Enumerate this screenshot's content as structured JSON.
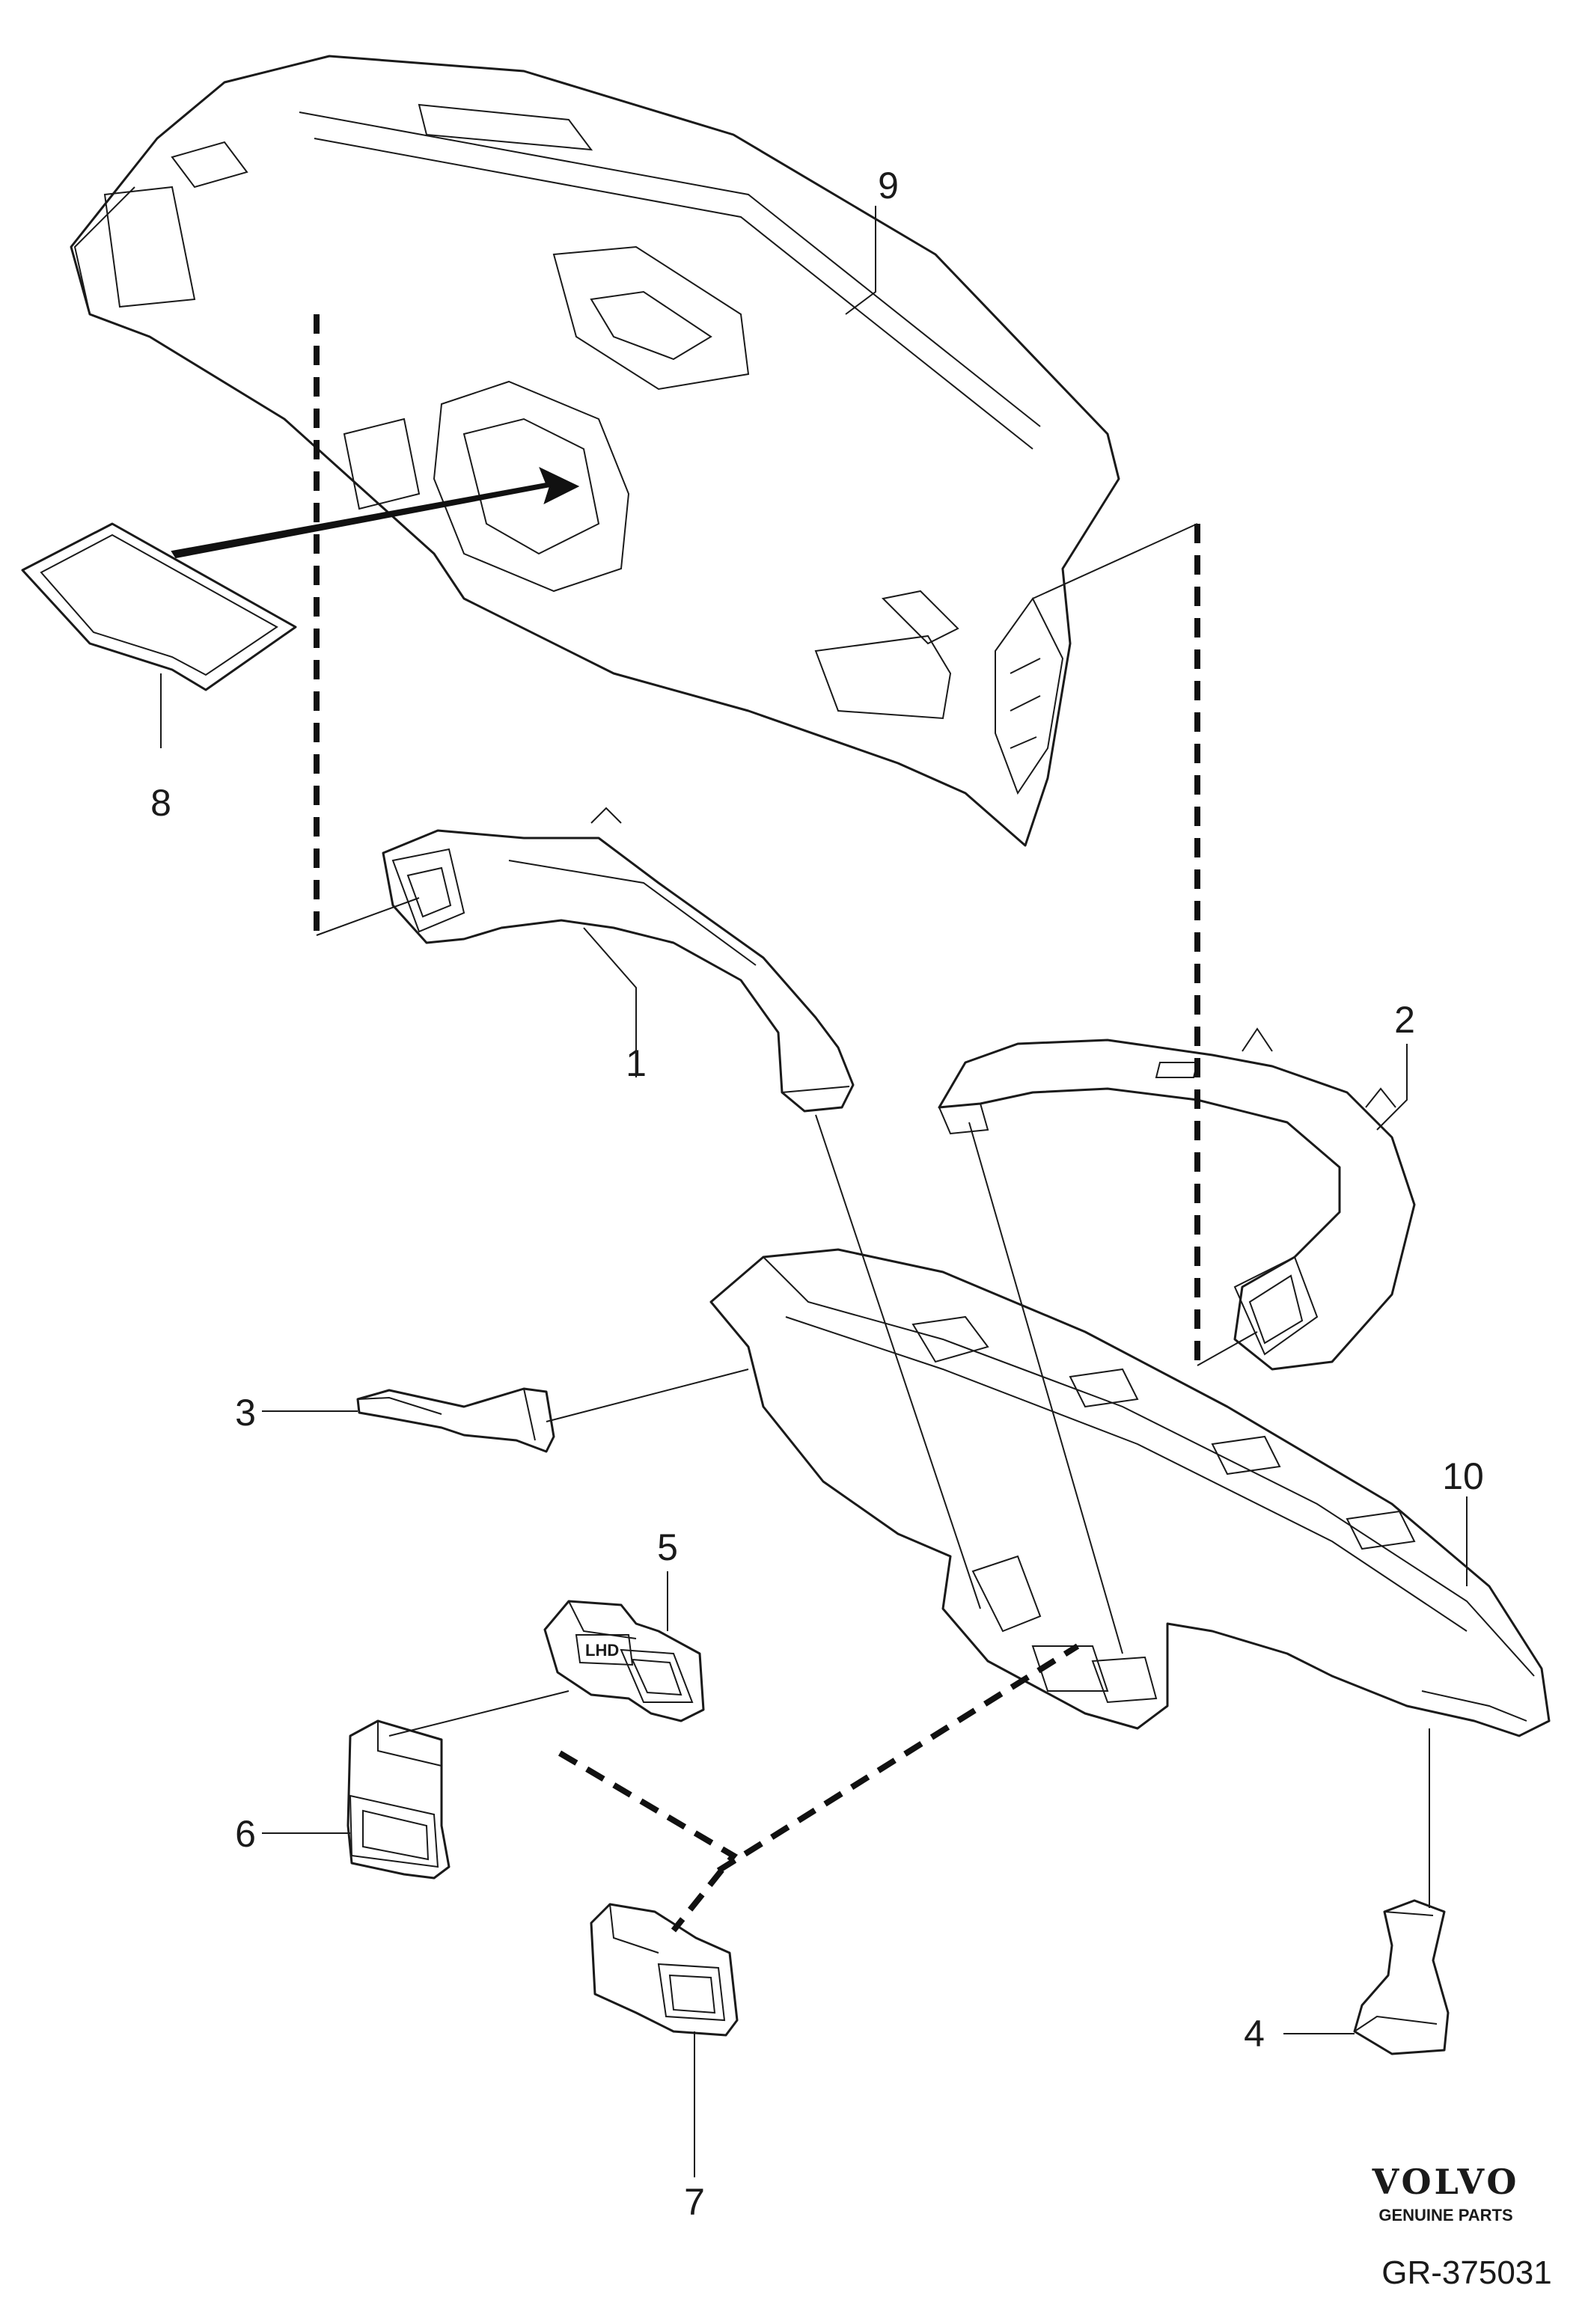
{
  "callouts": {
    "c1": "1",
    "c2": "2",
    "c3": "3",
    "c4": "4",
    "c5": "5",
    "c6": "6",
    "c7": "7",
    "c8": "8",
    "c9": "9",
    "c10": "10"
  },
  "stamp": {
    "text": "LHD"
  },
  "brand": {
    "name": "VOLVO",
    "tagline": "GENUINE PARTS"
  },
  "reference": "GR-375031"
}
